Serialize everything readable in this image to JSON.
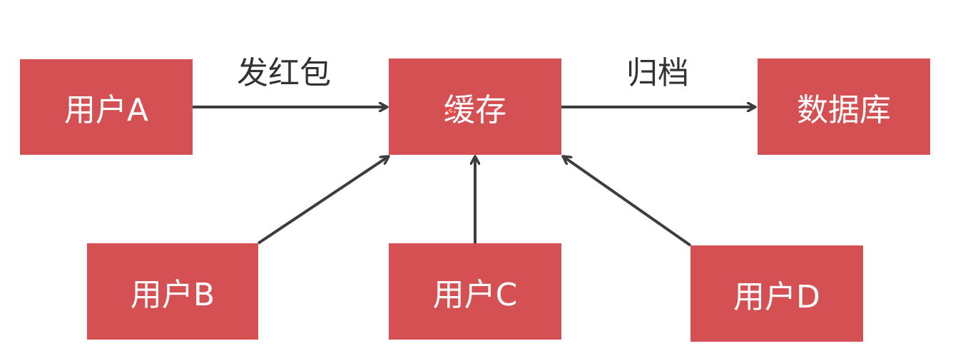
{
  "colors": {
    "node_fill": "#d45053",
    "node_text": "#ffffff",
    "edge": "#3d3d3d",
    "edge_label": "#333333",
    "cursor_dot": "#ff3b30"
  },
  "nodes": {
    "user_a": "用户A",
    "cache": "缓存",
    "database": "数据库",
    "user_b": "用户B",
    "user_c": "用户C",
    "user_d": "用户D"
  },
  "edges": {
    "user_a_to_cache": "发红包",
    "cache_to_database": "归档"
  }
}
